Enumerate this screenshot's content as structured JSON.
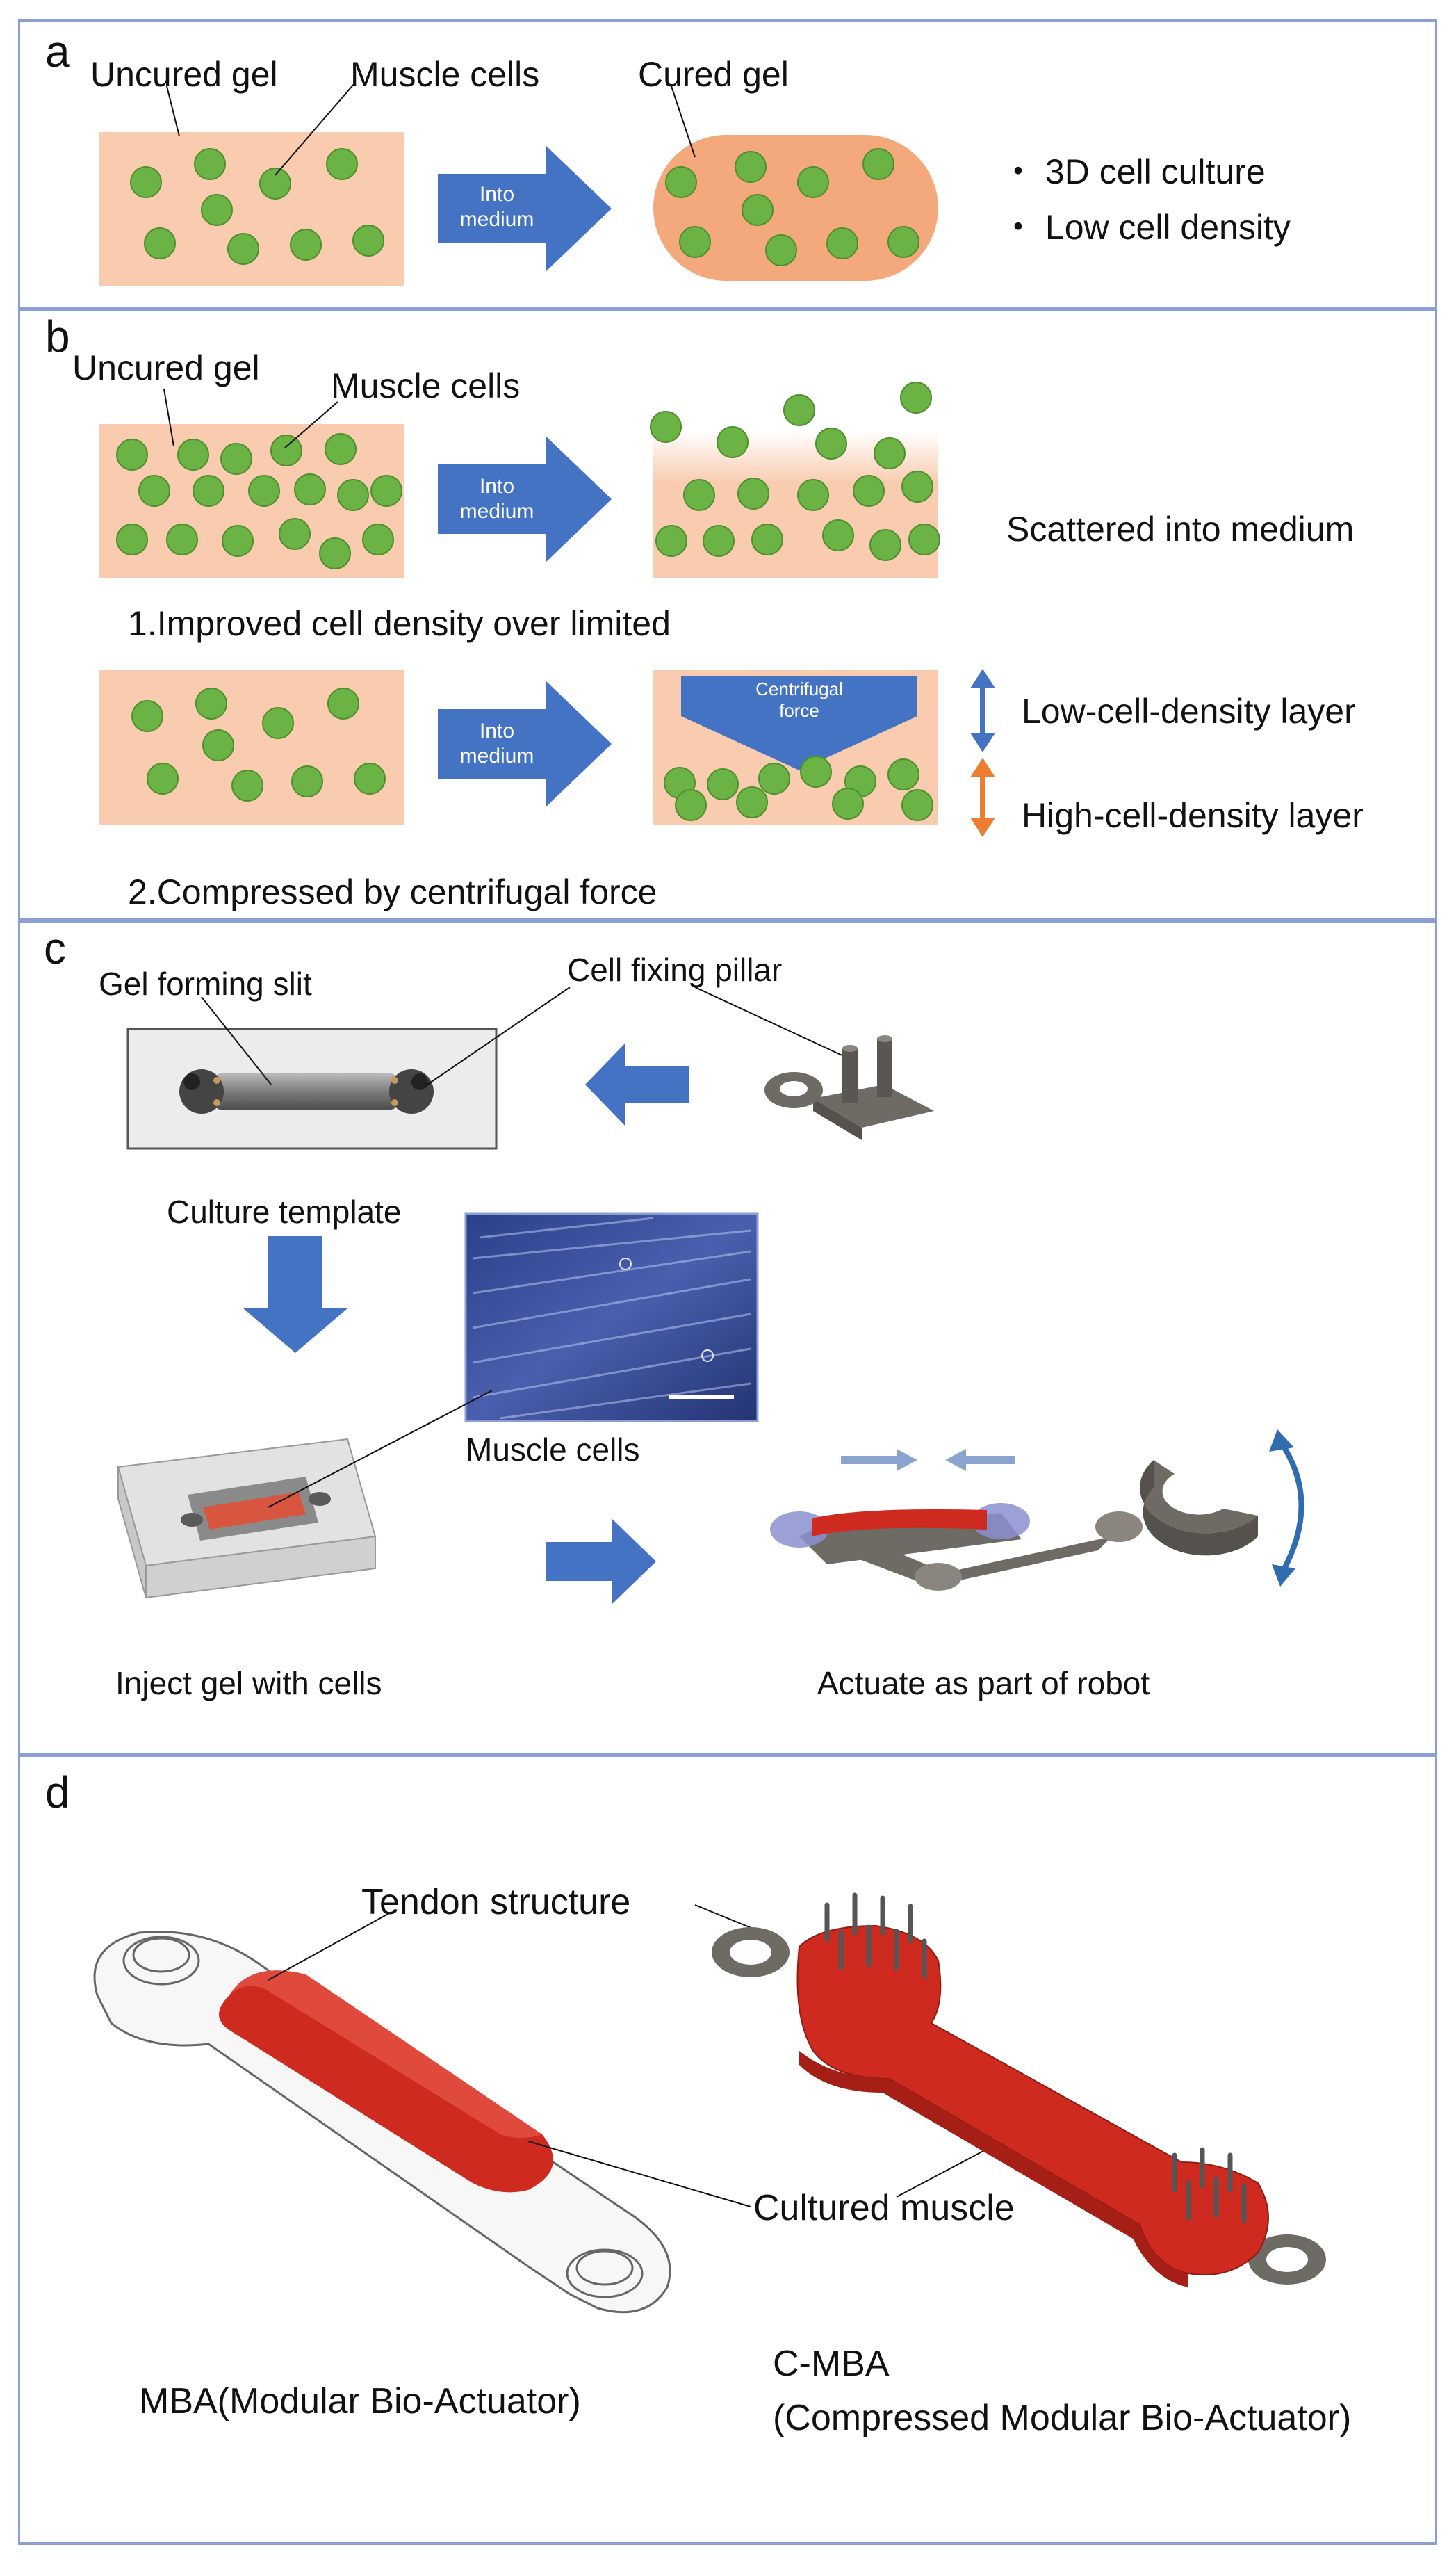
{
  "panels": {
    "a": {
      "label": "a",
      "uncured_gel": "Uncured gel",
      "muscle_cells": "Muscle cells",
      "cured_gel": "Cured gel",
      "arrow_line1": "Into",
      "arrow_line2": "medium",
      "bullet1": "・ 3D cell culture",
      "bullet2": "・ Low cell density"
    },
    "b": {
      "label": "b",
      "uncured_gel": "Uncured gel",
      "muscle_cells": "Muscle cells",
      "arrow1_line1": "Into",
      "arrow1_line2": "medium",
      "scattered": "Scattered into medium",
      "caption1": "1.Improved cell density over limited",
      "arrow2_line1": "Into",
      "arrow2_line2": "medium",
      "centrifugal_line1": "Centrifugal",
      "centrifugal_line2": "force",
      "low_layer": "Low-cell-density layer",
      "high_layer": "High-cell-density layer",
      "caption2": "2.Compressed by centrifugal force"
    },
    "c": {
      "label": "c",
      "gel_forming_slit": "Gel forming slit",
      "cell_fixing_pillar": "Cell fixing pillar",
      "culture_template": "Culture template",
      "muscle_cells": "Muscle cells",
      "inject": "Inject gel with cells",
      "actuate": "Actuate as part of robot"
    },
    "d": {
      "label": "d",
      "tendon": "Tendon structure",
      "cultured_muscle": "Cultured muscle",
      "mba": "MBA(Modular Bio-Actuator)",
      "cmba_line1": "C-MBA",
      "cmba_line2": "(Compressed Modular Bio-Actuator)"
    }
  },
  "colors": {
    "panel_border": "#8c9fd3",
    "gel": "#f9ccb0",
    "cured_gel": "#f3a97c",
    "cell": "#6ab344",
    "cell_outline": "#4f8f2f",
    "arrow_blue": "#4473c4",
    "arrow_orange": "#ed7d31",
    "muscle_red": "#cf2a20",
    "metal_gray": "#6e6a64"
  }
}
